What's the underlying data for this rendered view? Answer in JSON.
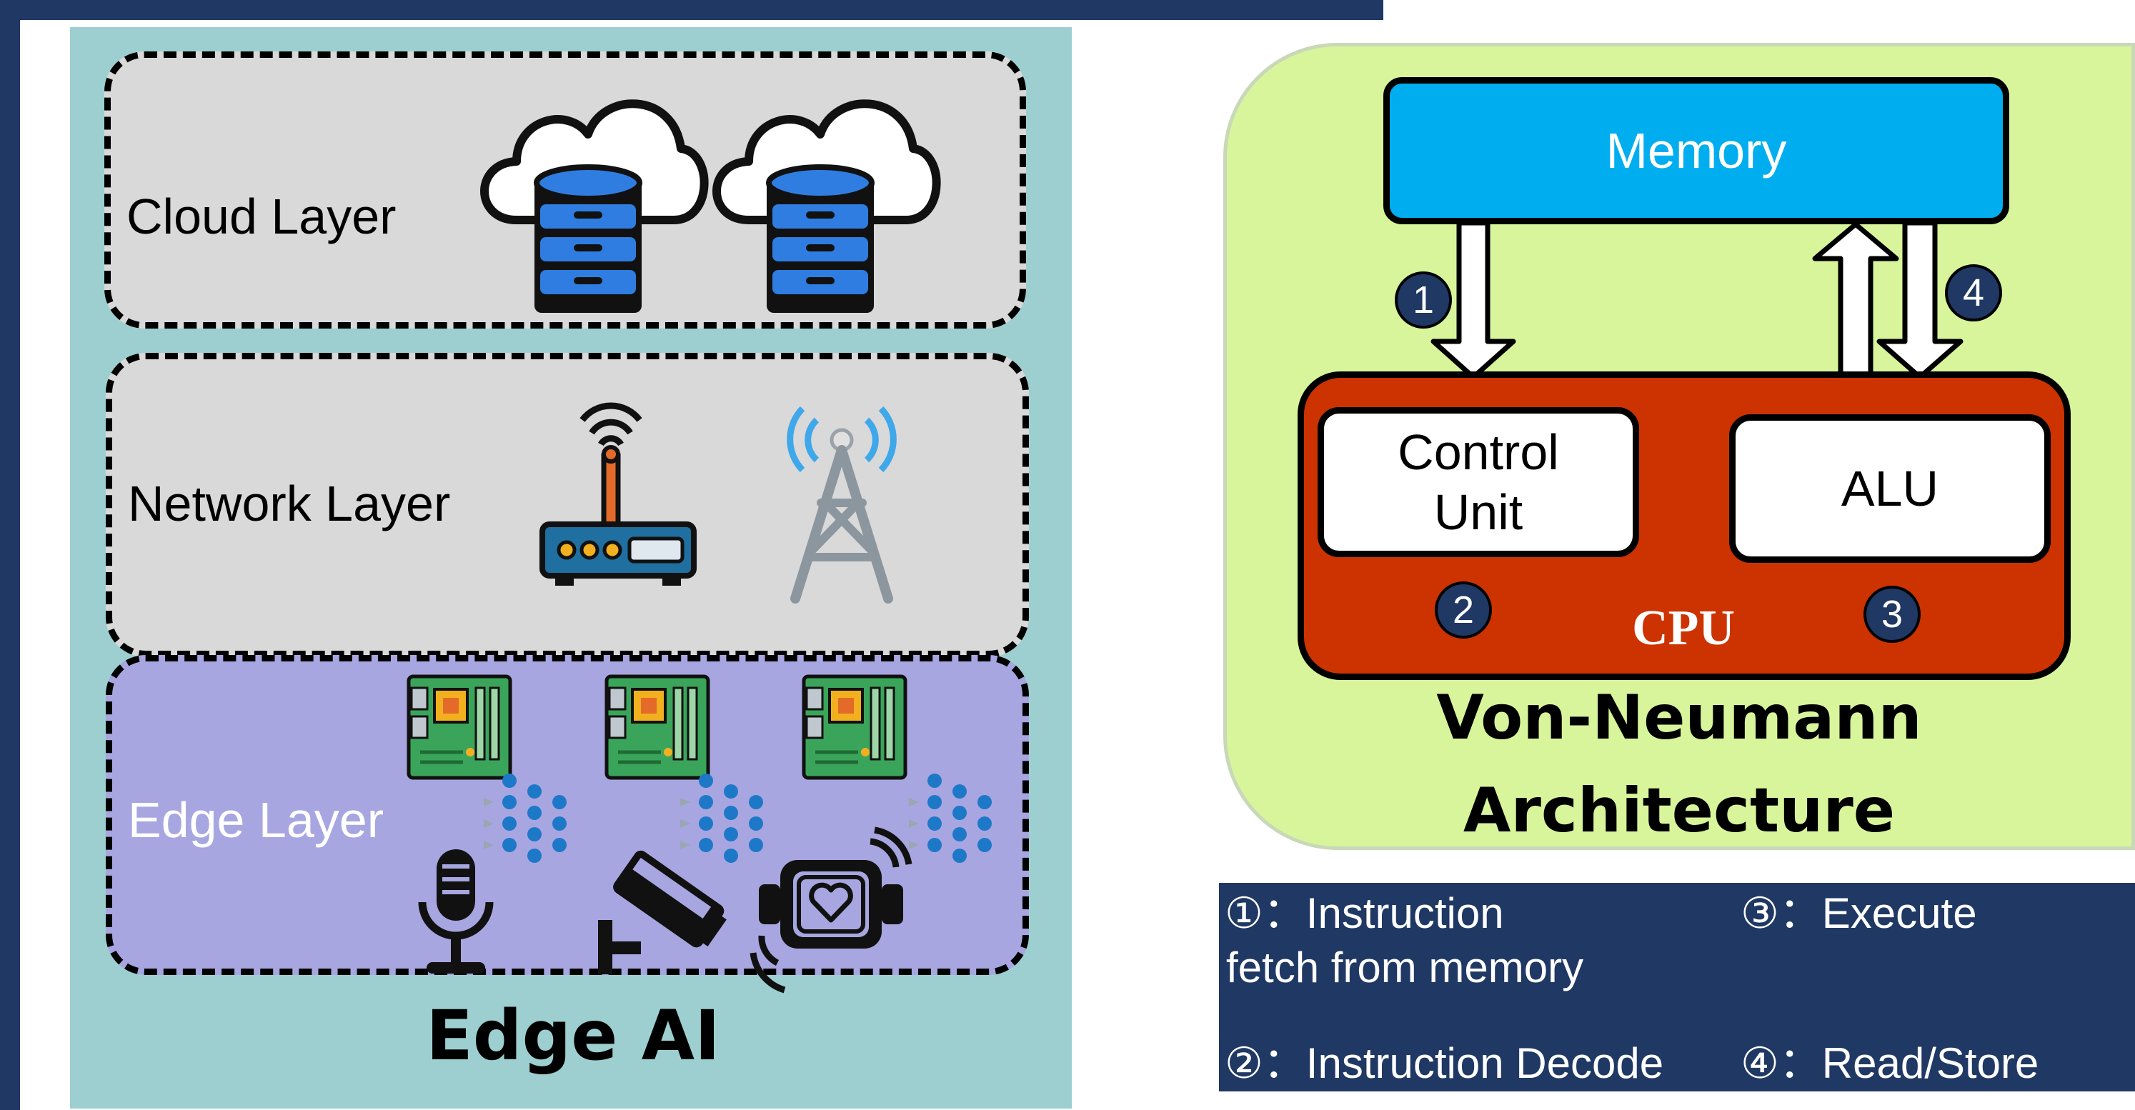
{
  "edge_ai": {
    "title": "Edge AI",
    "layers": {
      "cloud": "Cloud Layer",
      "network": "Network Layer",
      "edge": "Edge Layer"
    },
    "icons": {
      "cloud": [
        "cloud-database-icon",
        "cloud-database-icon"
      ],
      "network": [
        "router-icon",
        "cell-tower-icon"
      ],
      "edge": [
        "circuit-board-icon",
        "neural-network-icon",
        "microphone-icon",
        "security-camera-icon",
        "smartwatch-icon"
      ]
    },
    "colors": {
      "panel": "#9dcfd0",
      "cloud_layer": "#d9d9d9",
      "network_layer": "#d9d9d9",
      "edge_layer": "#a8a6e0"
    }
  },
  "von_neumann": {
    "title_line1": "Von-Neumann",
    "title_line2": "Architecture",
    "memory": "Memory",
    "cpu": "CPU",
    "control_unit": "Control Unit",
    "alu": "ALU",
    "steps": {
      "s1": "1",
      "s2": "2",
      "s3": "3",
      "s4": "4"
    },
    "colors": {
      "panel": "#d8f59b",
      "memory": "#00aeef",
      "cpu": "#cc3300",
      "step_badge": "#1f3864"
    }
  },
  "legend": {
    "item1_line1": "①：Instruction",
    "item1_line2": "fetch from memory",
    "item2": "②：Instruction Decode",
    "item3": "③：Execute",
    "item4": "④：Read/Store"
  }
}
